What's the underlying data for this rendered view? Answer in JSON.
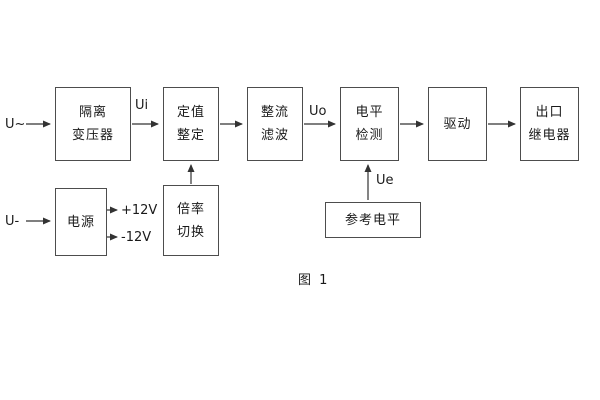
{
  "diagram": {
    "caption": "图 1",
    "inputs": {
      "ac_input": "U~",
      "dc_input": "U-"
    },
    "signal_labels": {
      "ui": "Ui",
      "uo": "Uo",
      "ue": "Ue",
      "plus_12v": "+12V",
      "minus_12v": "-12V"
    },
    "blocks": {
      "isolation_transformer": {
        "line1": "隔离",
        "line2": "变压器"
      },
      "setpoint_adjustment": {
        "line1": "定值",
        "line2": "整定"
      },
      "rectifier_filter": {
        "line1": "整流",
        "line2": "滤波"
      },
      "level_detector": {
        "line1": "电平",
        "line2": "检测"
      },
      "driver": {
        "line1": "驱动"
      },
      "output_relay": {
        "line1": "出口",
        "line2": "继电器"
      },
      "power_supply": {
        "line1": "电源"
      },
      "ratio_switch": {
        "line1": "倍率",
        "line2": "切换"
      },
      "reference_level": {
        "line1": "参考电平"
      }
    },
    "line_color": "#333333"
  }
}
